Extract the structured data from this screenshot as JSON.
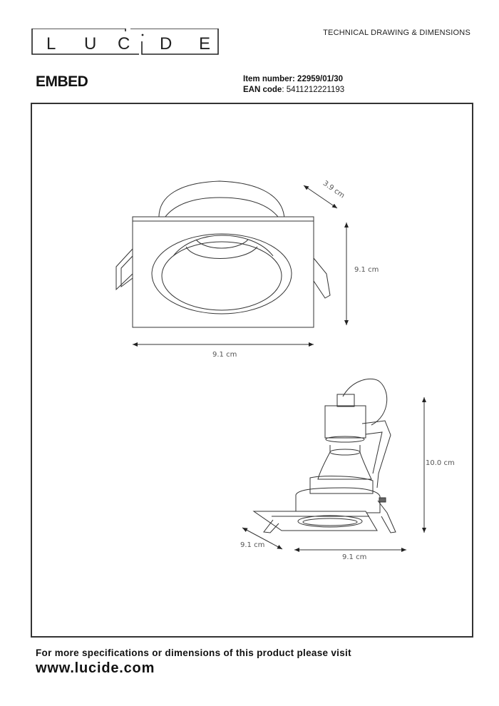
{
  "brand": {
    "logo_text": "LUCIDE",
    "letters": [
      "L",
      "U",
      "C",
      "I",
      "D",
      "E"
    ]
  },
  "header": {
    "title": "TECHNICAL DRAWING & DIMENSIONS"
  },
  "product": {
    "name": "EMBED",
    "item_number_label": "Item number:",
    "item_number": "22959/01/30",
    "ean_label": "EAN code",
    "ean": ": 5411212221193"
  },
  "drawing": {
    "top_view": {
      "depth": "3.9 cm",
      "height": "9.1 cm",
      "width": "9.1 cm"
    },
    "perspective_view": {
      "height": "10.0 cm",
      "depth": "9.1 cm",
      "width": "9.1 cm"
    }
  },
  "footer": {
    "text": "For more specifications or dimensions of this product please visit",
    "url": "www.lucide.com"
  }
}
